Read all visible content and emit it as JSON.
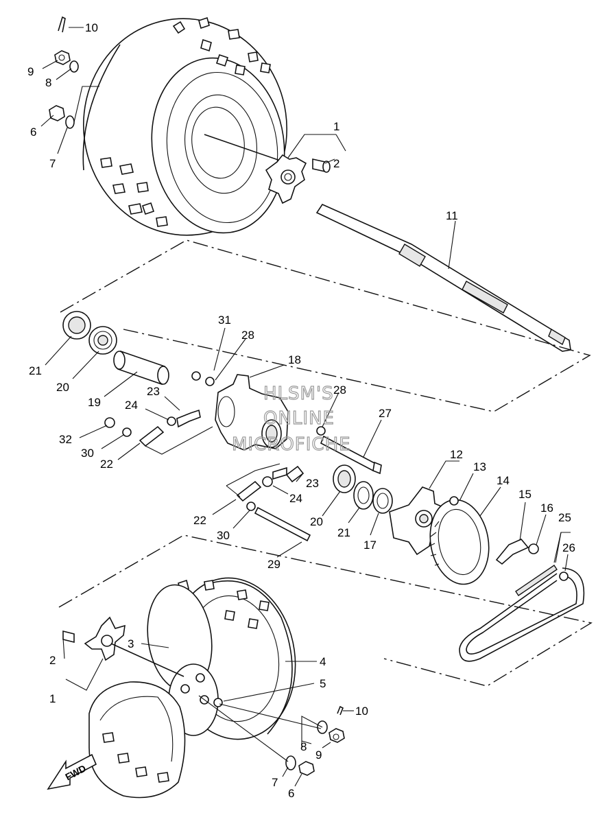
{
  "watermark": [
    "HLSM'S",
    "ONLINE",
    "MICROFICHE"
  ],
  "fwd_label": "FWD",
  "callouts": [
    "1",
    "2",
    "3",
    "4",
    "5",
    "6",
    "7",
    "8",
    "9",
    "10",
    "11",
    "12",
    "13",
    "14",
    "15",
    "16",
    "17",
    "18",
    "19",
    "20",
    "21",
    "22",
    "23",
    "24",
    "25",
    "26",
    "27",
    "28",
    "29",
    "30",
    "31",
    "32"
  ],
  "labels": {
    "top_wheel": {
      "n10": "10",
      "n9": "9",
      "n8": "8",
      "n6": "6",
      "n7": "7",
      "n1": "1",
      "n2": "2",
      "n11": "11"
    },
    "middle": {
      "n31": "31",
      "n28a": "28",
      "n18": "18",
      "n28b": "28",
      "n21a": "21",
      "n20a": "20",
      "n19": "19",
      "n23a": "23",
      "n24a": "24",
      "n32": "32",
      "n30a": "30",
      "n22a": "22",
      "n27": "27",
      "n12": "12",
      "n13": "13",
      "n14": "14",
      "n15": "15",
      "n16": "16",
      "n25": "25",
      "n26": "26",
      "n23b": "23",
      "n24b": "24",
      "n22b": "22",
      "n20b": "20",
      "n21b": "21",
      "n17": "17",
      "n30b": "30",
      "n29": "29"
    },
    "bottom_wheel": {
      "n3": "3",
      "n4": "4",
      "n5": "5",
      "n2": "2",
      "n1": "1",
      "n10": "10",
      "n8": "8",
      "n9": "9",
      "n7": "7",
      "n6": "6"
    }
  }
}
